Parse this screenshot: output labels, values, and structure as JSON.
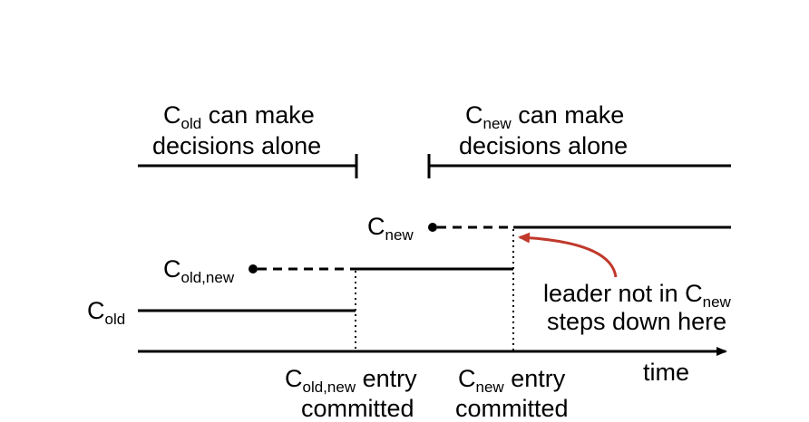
{
  "colors": {
    "line": "#000000",
    "arrow": "#c0392b",
    "background": "#ffffff"
  },
  "labels": {
    "c_old_region": {
      "main": "C",
      "sub": "old",
      "rest": " can make",
      "line2": "decisions alone"
    },
    "c_new_region": {
      "main": "C",
      "sub": "new",
      "rest": " can make",
      "line2": "decisions alone"
    },
    "c_old": {
      "main": "C",
      "sub": "old"
    },
    "c_old_new": {
      "main": "C",
      "sub": "old,new"
    },
    "c_new": {
      "main": "C",
      "sub": "new"
    },
    "leader_note": {
      "line1_pre": "leader not in C",
      "line1_sub": "new",
      "line2": "steps down here"
    },
    "c_old_new_entry": {
      "main": "C",
      "sub": "old,new",
      "rest": " entry",
      "line2": "committed"
    },
    "c_new_entry": {
      "main": "C",
      "sub": "new",
      "rest": " entry",
      "line2": "committed"
    },
    "time_axis": "time"
  }
}
